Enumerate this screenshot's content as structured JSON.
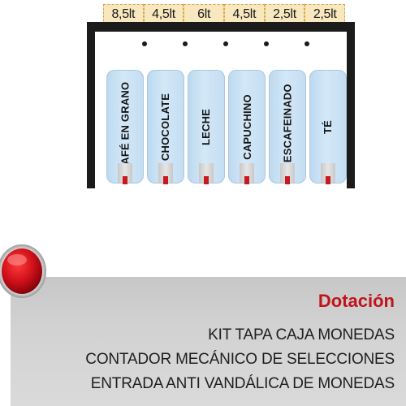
{
  "capacities": [
    "8,5lt",
    "4,5lt",
    "6lt",
    "4,5lt",
    "2,5lt",
    "2,5lt"
  ],
  "hoppers": [
    "CAFÉ EN GRANO",
    "CHOCOLATE",
    "LECHE",
    "CAPUCHINO",
    "DESCAFEINADO",
    "TÉ"
  ],
  "info": {
    "title": "Dotación",
    "lines": [
      "KIT TAPA CAJA MONEDAS",
      "CONTADOR MECÁNICO DE SELECCIONES",
      "ENTRADA ANTI VANDÁLICA DE MONEDAS"
    ]
  },
  "colors": {
    "accent_red": "#c0141b",
    "hopper_blue": "#c4ddf2",
    "capacity_label_bg": "#f8e8bf",
    "machine_body": "#1b1b1b",
    "panel_gray": "#d2d2d2"
  }
}
